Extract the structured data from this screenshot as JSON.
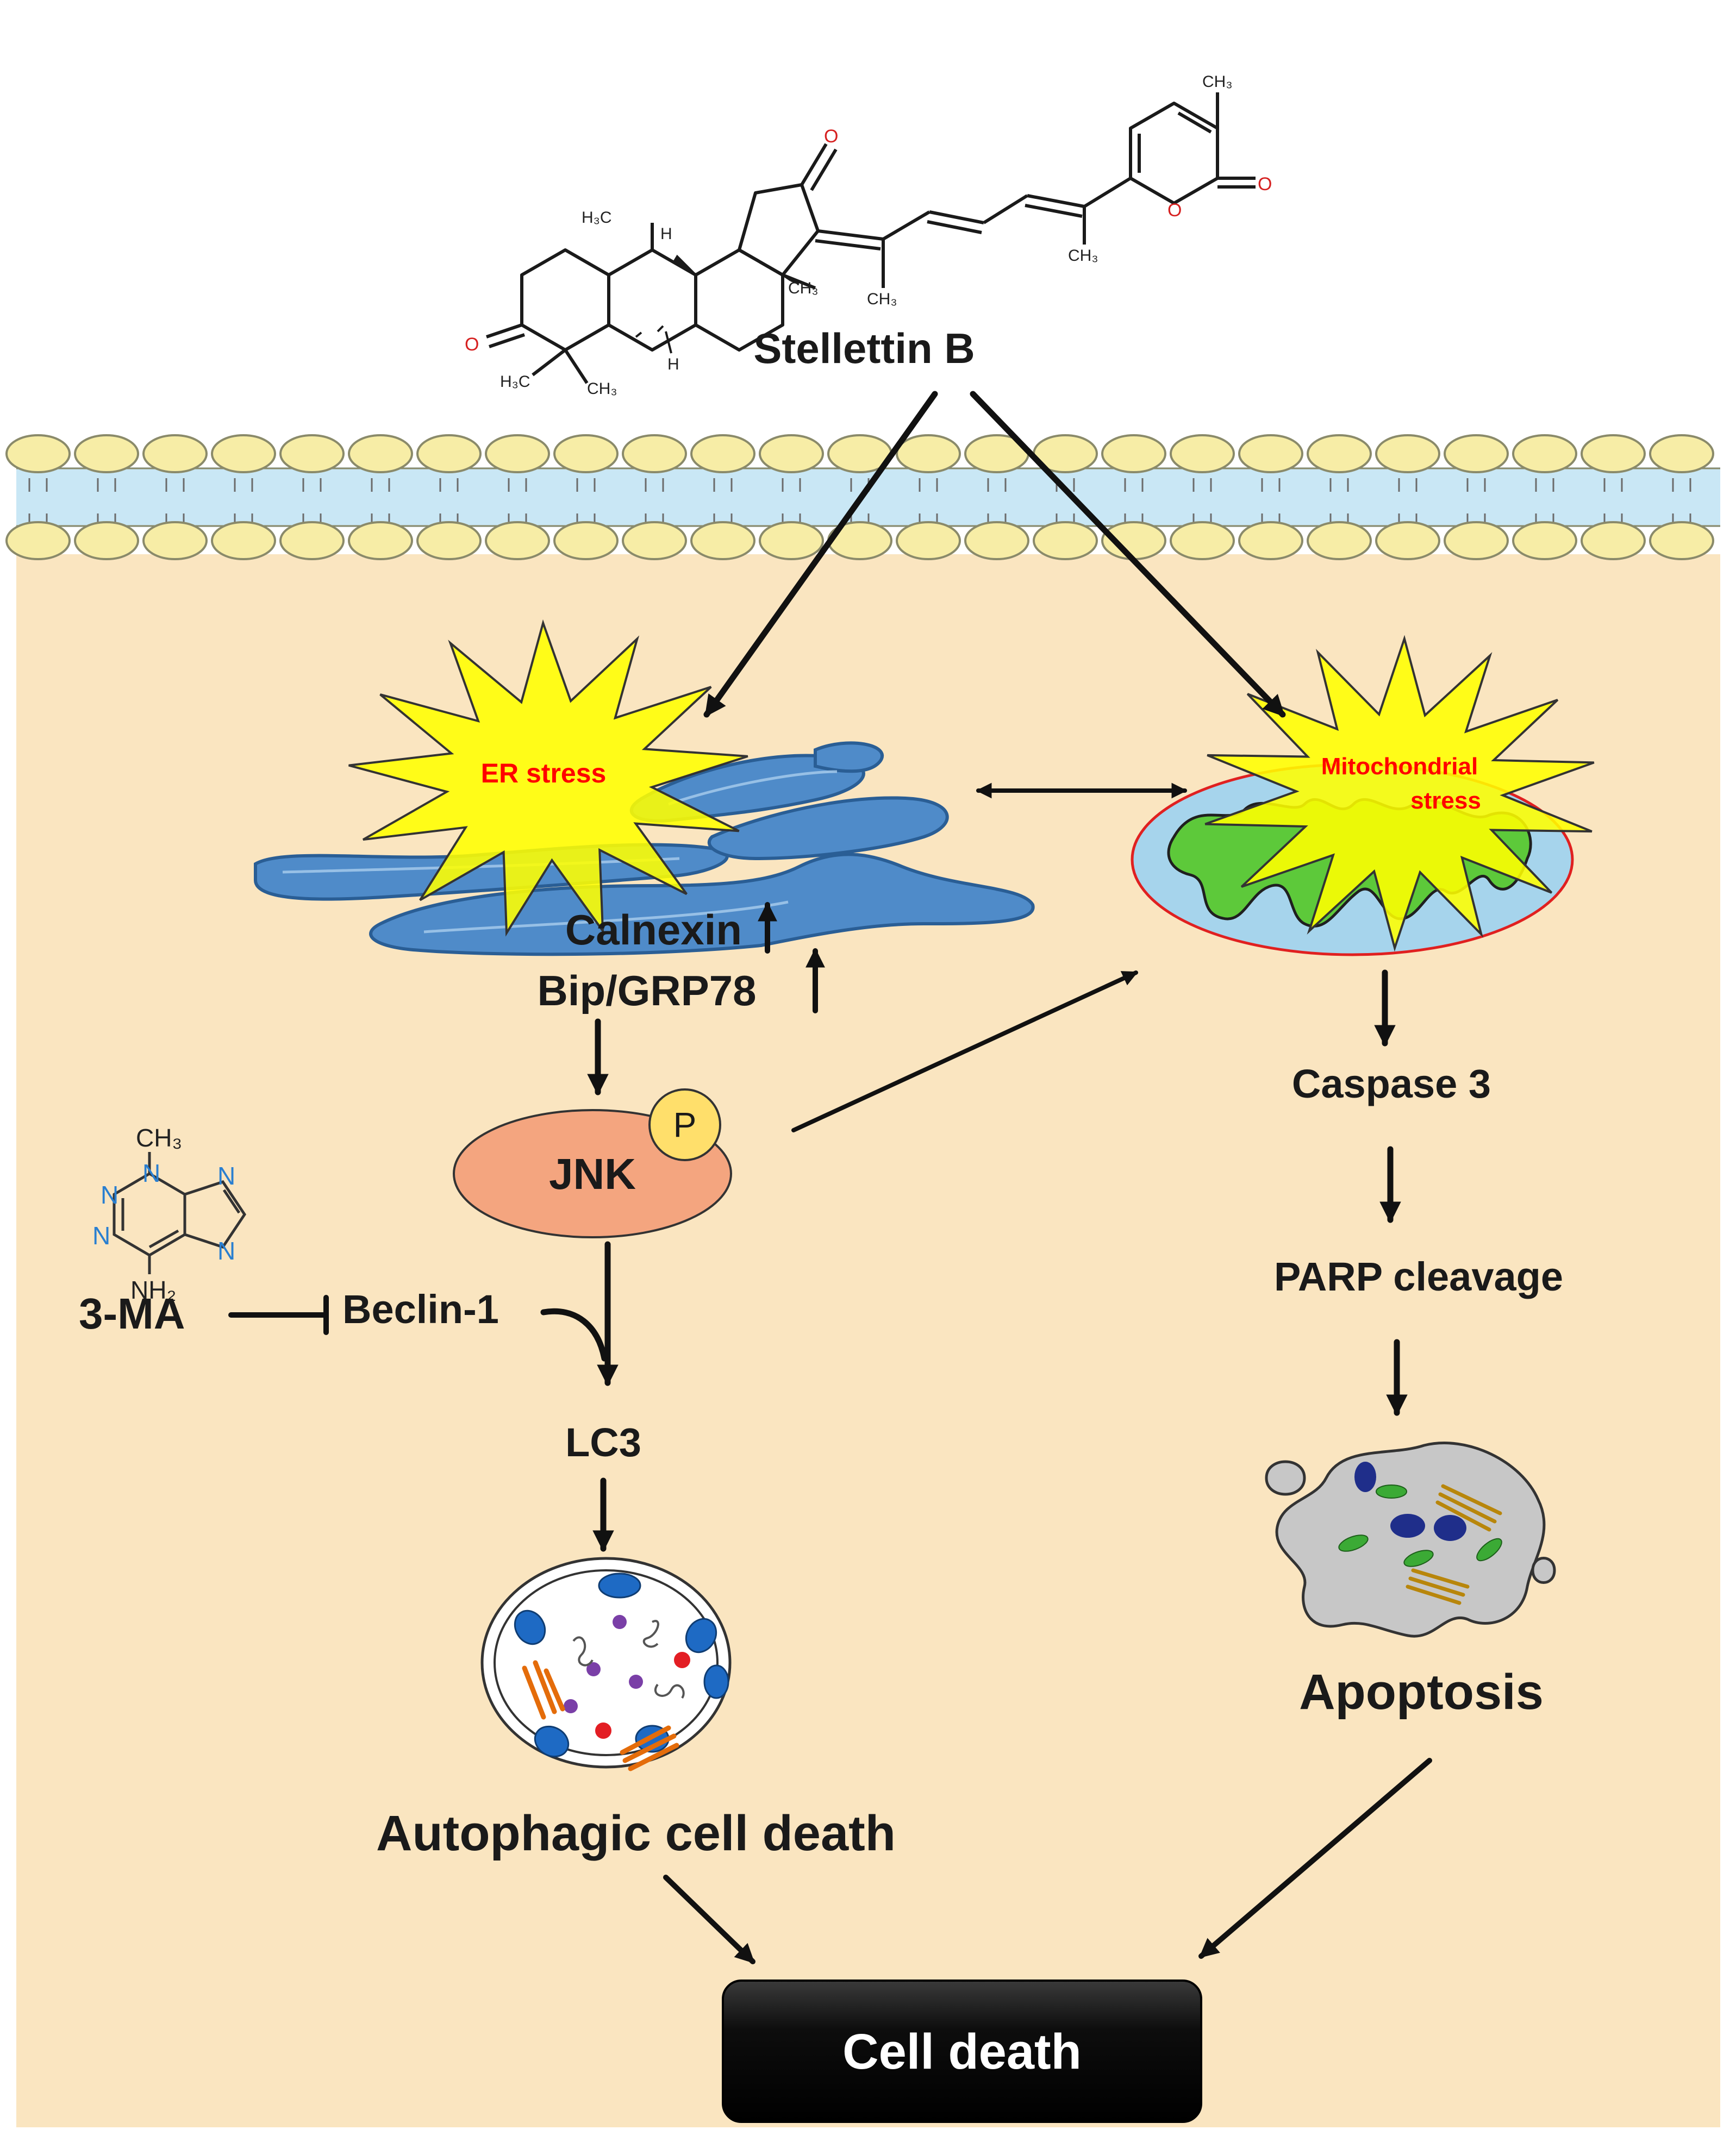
{
  "compound": {
    "name": "Stellettin B",
    "atoms": {
      "h3c_top": "H₃C",
      "h_ring": "H",
      "ch3_right": "CH₃",
      "h3c_bottom": "H₃C",
      "ch3_bottom": "CH₃",
      "h_bottom": "H",
      "o_ketone_top": "O",
      "o_ketone_left": "O",
      "o_lactone_carbonyl": "O",
      "o_ring": "O",
      "ch3_pyranone": "CH₃",
      "ch3_chain_mid": "CH₃",
      "ch3_chain_right": "CH₃"
    }
  },
  "labels": {
    "er_stress": "ER stress",
    "mito_stress_line1": "Mitochondrial",
    "mito_stress_line2": "stress",
    "calnexin": "Calnexin",
    "bip": "Bip/GRP78",
    "jnk": "JNK",
    "phospho": "P",
    "beclin": "Beclin-1",
    "lc3": "LC3",
    "autophagic": "Autophagic cell death",
    "caspase": "Caspase  3",
    "parp": "PARP cleavage",
    "apoptosis": "Apoptosis",
    "cell_death": "Cell death"
  },
  "inhibitor": {
    "name": "3-MA",
    "atoms": {
      "ch3": "CH₃",
      "n_top": "N",
      "n_left_upper": "N",
      "n_left_lower": "N",
      "n_right_upper": "N",
      "n_right_lower": "N",
      "nh2": "NH₂"
    }
  },
  "colors": {
    "cytoplasm": "#FAE5C0",
    "membrane_head": "#F7EDA6",
    "membrane_gap": "#C9E7F5",
    "er_body": "#4F8BC9",
    "star_fill": "#FFFF00",
    "stress_text": "#FF0000",
    "mito_outer": "#A6D4EC",
    "mito_outline": "#E02020",
    "mito_inner": "#5DC93A",
    "jnk_fill": "#F4A57F",
    "phospho_fill": "#FFDF6B",
    "cell_death_box": "#0D0D0D"
  }
}
